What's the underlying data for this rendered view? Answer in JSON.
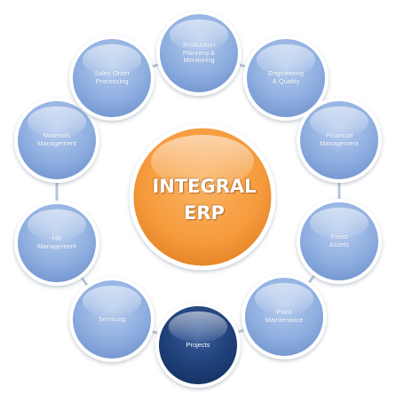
{
  "hub": {
    "label": "INTEGRAL\nERP"
  },
  "modules": [
    {
      "id": "production",
      "label": "Production\nPlanning &\nMonitoring",
      "color": "#8fb0e0"
    },
    {
      "id": "engineering",
      "label": "Engineering\n& Quality",
      "color": "#8fb0e0"
    },
    {
      "id": "financial",
      "label": "Financial\nManagement",
      "color": "#8fb0e0"
    },
    {
      "id": "fixed-assets",
      "label": "Fixed\nAssets",
      "color": "#8fb0e0"
    },
    {
      "id": "plant",
      "label": "Plant\nMaintenance",
      "color": "#8fb0e0"
    },
    {
      "id": "projects",
      "label": "Projects",
      "color": "#1f3f78"
    },
    {
      "id": "servicing",
      "label": "Servicing",
      "color": "#8fb0e0"
    },
    {
      "id": "hr",
      "label": "HR\nManagement",
      "color": "#8fb0e0"
    },
    {
      "id": "materials",
      "label": "Materials\nManagement",
      "color": "#8fb0e0"
    },
    {
      "id": "sales",
      "label": "Sales Order\nProcessing",
      "color": "#8fb0e0"
    }
  ],
  "colors": {
    "hub": "#f59a3c",
    "ring_stroke": "#ffffff",
    "connector": "#b8c4d4"
  }
}
